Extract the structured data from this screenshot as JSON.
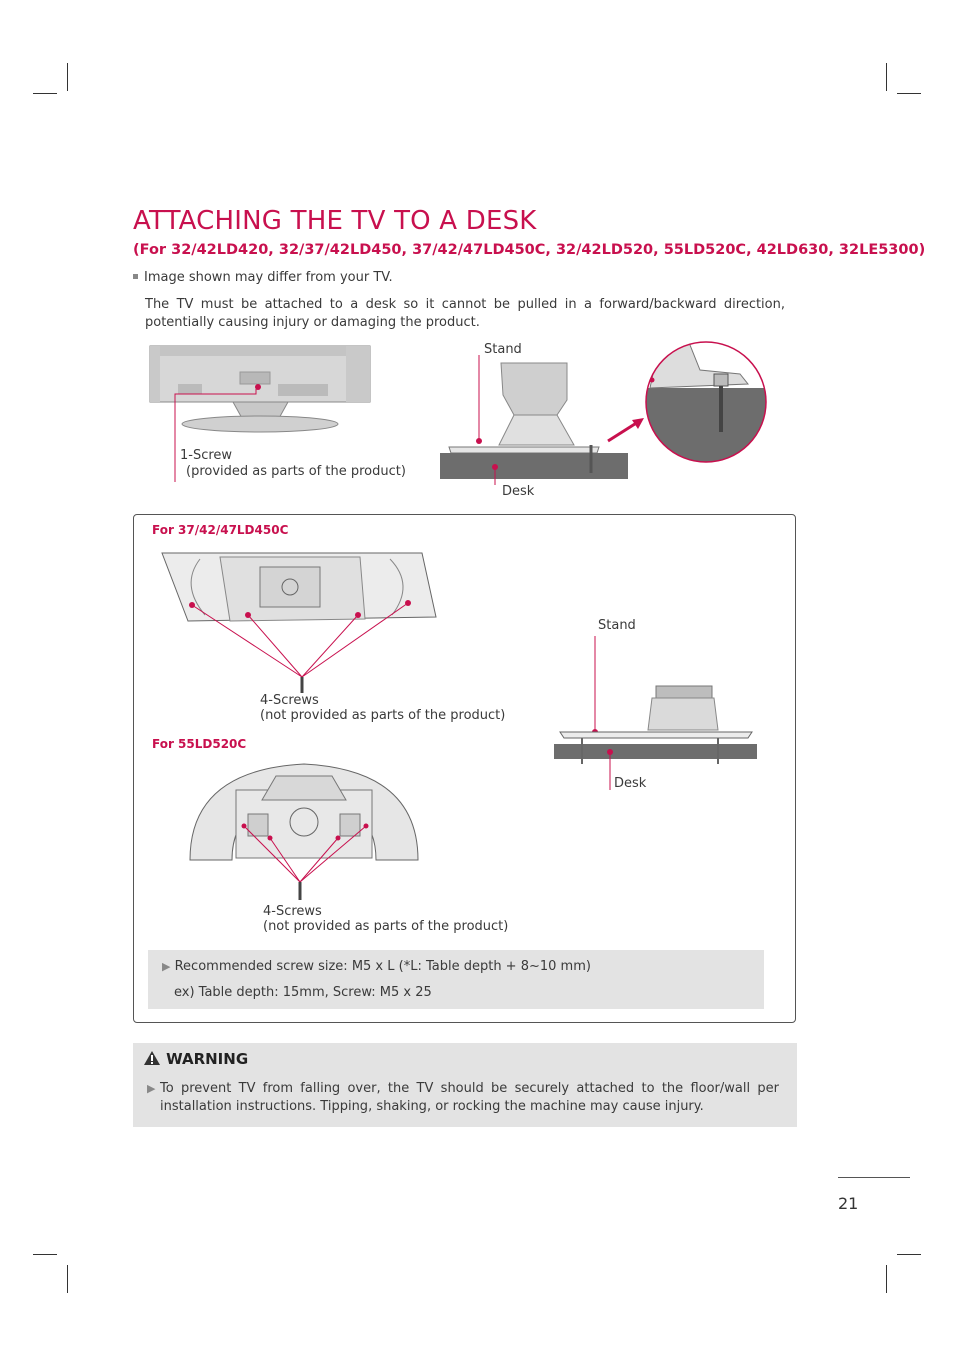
{
  "page": {
    "title": "ATTACHING THE TV TO A DESK",
    "subtitle": "(For 32/42LD420, 32/37/42LD450, 37/42/47LD450C, 32/42LD520, 55LD520C, 42LD630, 32LE5300)",
    "note": "Image shown may differ from your TV.",
    "intro": "The TV must be attached to a desk so it cannot be pulled in a forward/backward direction, potentially causing injury or damaging the product.",
    "page_number": "21"
  },
  "figure_top": {
    "screw_label": "1-Screw",
    "screw_sub": "(provided as parts of the product)",
    "stand_label": "Stand",
    "desk_label": "Desk"
  },
  "box": {
    "model_a": "For 37/42/47LD450C",
    "screws_a": "4-Screws",
    "screws_a_sub": "(not provided as parts of the product)",
    "model_b": "For 55LD520C",
    "screws_b": "4-Screws",
    "screws_b_sub": "(not provided as parts of the product)",
    "stand_label": "Stand",
    "desk_label": "Desk",
    "recommend_line1": "Recommended screw size: M5 x L (*L: Table depth + 8~10 mm)",
    "recommend_line2": "ex) Table depth: 15mm, Screw: M5 x 25"
  },
  "warning": {
    "title": "WARNING",
    "text": "To prevent TV from falling over, the TV should be securely attached to the floor/wall per installation instructions. Tipping, shaking, or rocking the machine may cause injury."
  },
  "colors": {
    "accent": "#c8104e",
    "panel": "#e3e3e3",
    "desk": "#6d6d6d"
  }
}
